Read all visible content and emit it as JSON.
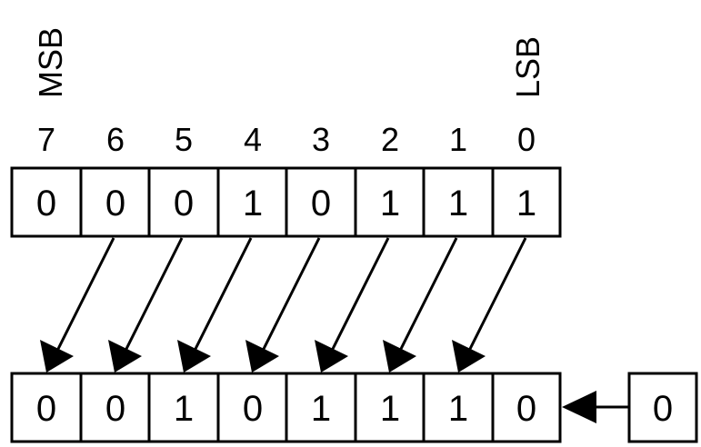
{
  "labels": {
    "msb": "MSB",
    "lsb": "LSB"
  },
  "bit_indices": [
    "7",
    "6",
    "5",
    "4",
    "3",
    "2",
    "1",
    "0"
  ],
  "input_bits": [
    "0",
    "0",
    "0",
    "1",
    "0",
    "1",
    "1",
    "1"
  ],
  "output_bits": [
    "0",
    "0",
    "1",
    "0",
    "1",
    "1",
    "1",
    "0"
  ],
  "shift_in_bit": "0",
  "colors": {
    "stroke": "#000000",
    "fill": "#ffffff"
  }
}
